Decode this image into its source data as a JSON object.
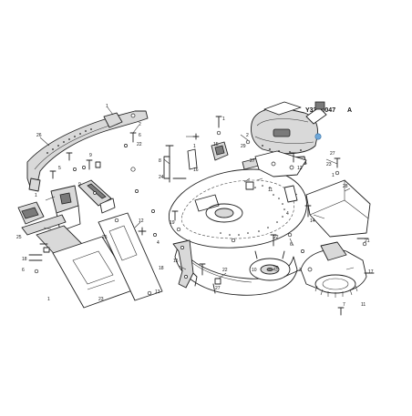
{
  "diagram": {
    "reference_code": "Y33R0047",
    "view_letter": "A",
    "callouts": [
      "26",
      "1",
      "2",
      "6",
      "22",
      "9",
      "5",
      "1",
      "12",
      "18",
      "6",
      "1",
      "23",
      "13",
      "4",
      "18",
      "1",
      "8",
      "24",
      "16",
      "29",
      "1",
      "15",
      "2",
      "27",
      "12",
      "23",
      "1",
      "27",
      "4",
      "11",
      "22",
      "28",
      "14",
      "21",
      "17",
      "7",
      "11",
      "6",
      "20",
      "3",
      "10",
      "25",
      "25",
      "19",
      "9",
      "27",
      "22",
      "15"
    ]
  },
  "colors": {
    "line": "#222222",
    "mid_gray": "#d9d9d9",
    "dark_gray": "#7a7a7a",
    "highlight_dot": "#6fa7d8"
  }
}
